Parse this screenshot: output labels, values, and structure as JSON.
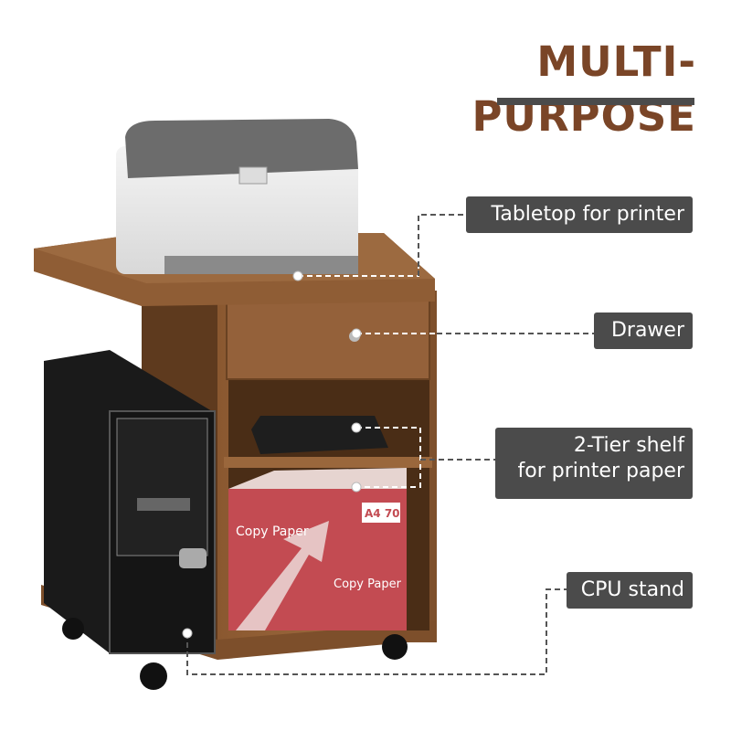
{
  "headline": "MULTI-PURPOSE",
  "colors": {
    "headline": "#7a4527",
    "label_bg": "#4b4b4b",
    "wood": "#8b5a34"
  },
  "callouts": [
    {
      "id": "tabletop",
      "text": "Tabletop for printer"
    },
    {
      "id": "drawer",
      "text": "Drawer"
    },
    {
      "id": "shelf",
      "line1": "2-Tier shelf",
      "line2": "for printer paper"
    },
    {
      "id": "cpu",
      "text": "CPU stand"
    }
  ],
  "product_print": {
    "box_brand": "Copy Paper",
    "box_size": "A4 70"
  }
}
